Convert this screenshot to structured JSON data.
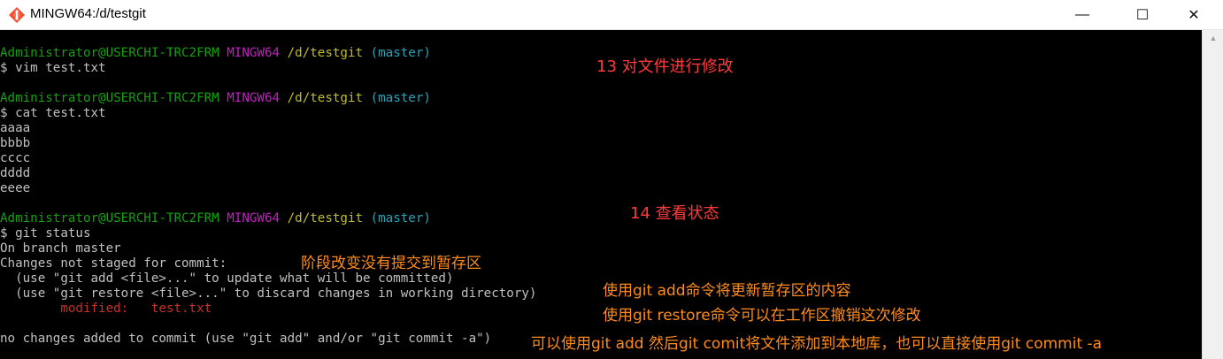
{
  "window": {
    "title": "MINGW64:/d/testgit",
    "minimize": "—",
    "maximize": "☐",
    "close": "✕",
    "scroll_up": "▲"
  },
  "colors": {
    "user": "#13a10e",
    "env": "#c020c0",
    "path": "#c1bc2d",
    "branch": "#2aa1b3",
    "modified": "#c5302b",
    "note_red": "#ff3a3a",
    "note_orange": "#ff8c1a"
  },
  "prompt": {
    "user": "Administrator@USERCHI-TRC2FRM",
    "env": "MINGW64",
    "path": "/d/testgit",
    "branch": "(master)"
  },
  "terminal": {
    "cmd1": "$ vim test.txt",
    "cmd2": "$ cat test.txt",
    "file_lines": [
      "aaaa",
      "bbbb",
      "cccc",
      "dddd",
      "eeee"
    ],
    "cmd3": "$ git status",
    "on_branch": "On branch master",
    "changes_not_staged": "Changes not staged for commit:",
    "hint_add": "  (use \"git add <file>...\" to update what will be committed)",
    "hint_restore": "  (use \"git restore <file>...\" to discard changes in working directory)",
    "modified_label": "        modified:   test.txt",
    "no_changes": "no changes added to commit (use \"git add\" and/or \"git commit -a\")"
  },
  "annotations": {
    "note13": "13 对文件进行修改",
    "note14": "14 查看状态",
    "stage_note": "阶段改变没有提交到暂存区",
    "add_note": "使用git add命令将更新暂存区的内容",
    "restore_note": "使用git restore命令可以在工作区撤销这次修改",
    "commit_note": "可以使用git add 然后git comit将文件添加到本地库，也可以直接使用git commit -a"
  }
}
